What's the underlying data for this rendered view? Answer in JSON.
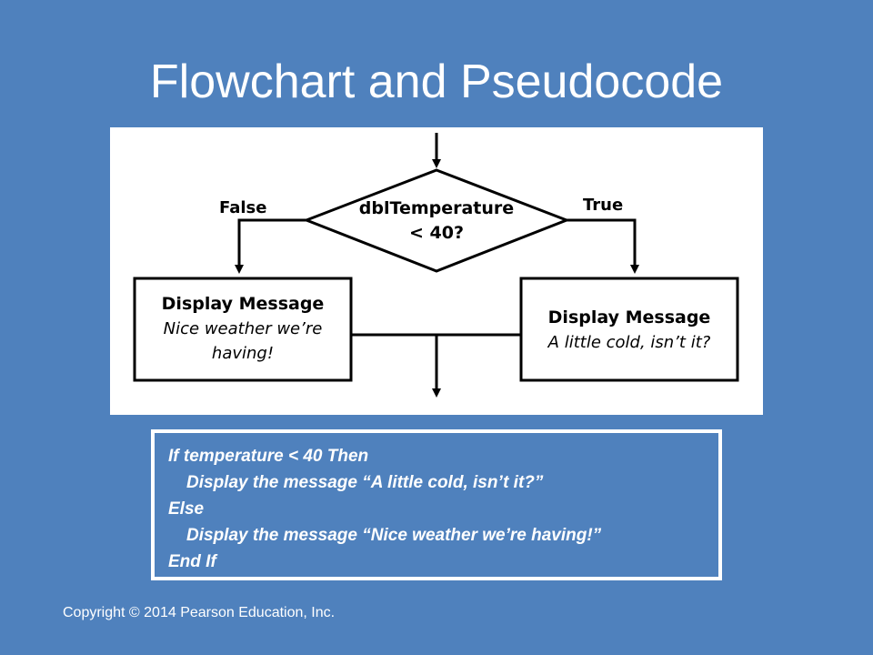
{
  "slide": {
    "title": "Flowchart and Pseudocode",
    "copyright": "Copyright © 2014 Pearson Education, Inc."
  },
  "flowchart": {
    "decision": {
      "line1": "dblTemperature",
      "line2": "< 40?"
    },
    "false_label": "False",
    "true_label": "True",
    "left_box": {
      "heading": "Display Message",
      "line1": "Nice weather we’re",
      "line2": "having!"
    },
    "right_box": {
      "heading": "Display Message",
      "line1": "A little cold, isn’t it?"
    }
  },
  "pseudocode": {
    "lines": [
      "If temperature < 40 Then",
      "Display the message “A little cold, isn’t it?”",
      "Else",
      "Display the message “Nice weather we’re having!”",
      "End If"
    ]
  }
}
